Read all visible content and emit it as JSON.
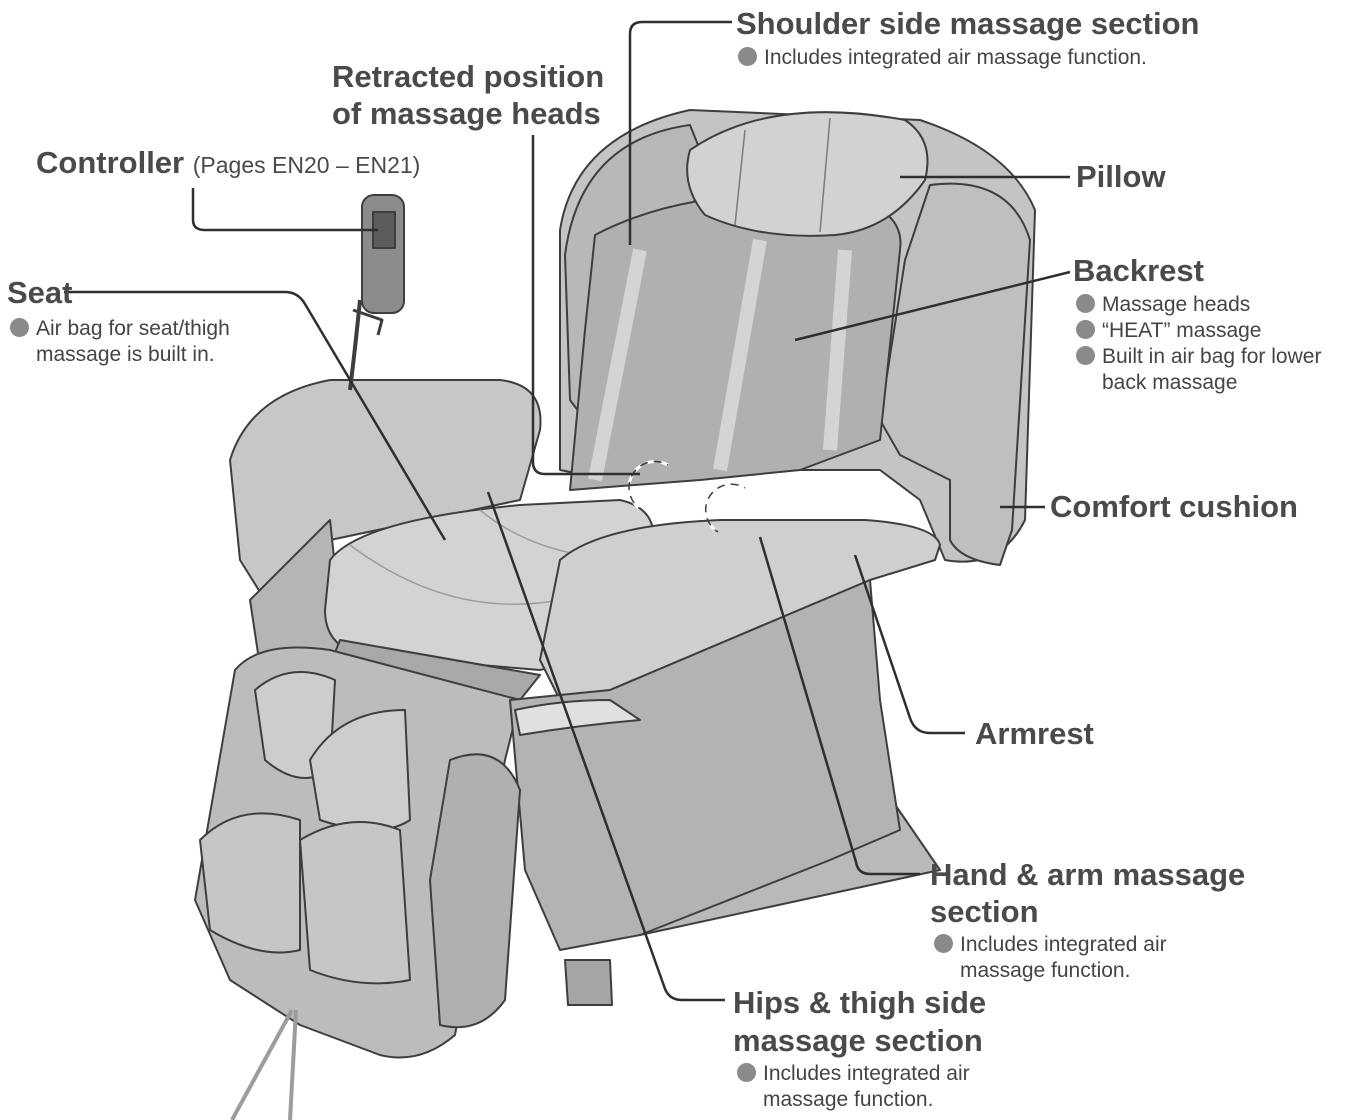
{
  "labels": {
    "shoulder": {
      "title": "Shoulder side massage section",
      "note": "Includes integrated air massage function."
    },
    "retracted": {
      "title_line1": "Retracted position",
      "title_line2": "of massage heads"
    },
    "controller": {
      "title": "Controller",
      "pages": "(Pages EN20 – EN21)"
    },
    "pillow": {
      "title": "Pillow"
    },
    "backrest": {
      "title": "Backrest",
      "notes": [
        "Massage heads",
        "“HEAT” massage",
        "Built in air bag for lower"
      ],
      "note_cont": "back massage"
    },
    "seat": {
      "title": "Seat",
      "note_line1": "Air bag for seat/thigh",
      "note_line2": "massage is built in."
    },
    "comfort": {
      "title": "Comfort cushion"
    },
    "armrest": {
      "title": "Armrest"
    },
    "hand_arm": {
      "title_line1": "Hand & arm massage",
      "title_line2": "section",
      "note_line1": "Includes integrated air",
      "note_line2": "massage function."
    },
    "hips": {
      "title_line1": "Hips & thigh side",
      "title_line2": "massage section",
      "note_line1": "Includes integrated air",
      "note_line2": "massage function."
    }
  },
  "colors": {
    "chair_fill": "#c9c9c9",
    "chair_dark": "#a7a7a7",
    "outline": "#3e3e3e",
    "leader": "#2f2f2f",
    "text": "#4a4a4a",
    "bullet": "#8a8a8a"
  }
}
